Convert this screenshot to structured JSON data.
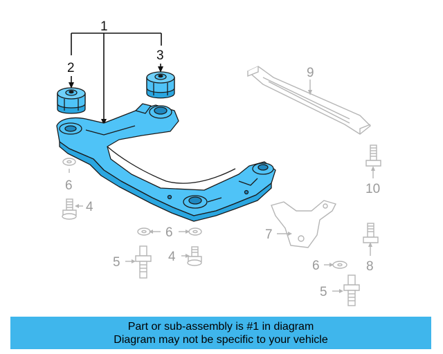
{
  "diagram": {
    "callouts": {
      "c1": "1",
      "c2": "2",
      "c3": "3",
      "c4a": "4",
      "c4b": "4",
      "c5a": "5",
      "c5b": "5",
      "c6a": "6",
      "c6b": "6",
      "c6c": "6",
      "c7": "7",
      "c8": "8",
      "c9": "9",
      "c10": "10"
    },
    "colors": {
      "highlight": "#4fc3f7",
      "highlight_dark": "#2a9fd6",
      "ghost": "#b5b5b5",
      "callout_dark": "#111111",
      "callout_grey": "#9a9a9a"
    }
  },
  "banner": {
    "line1": "Part or sub-assembly is #1 in diagram",
    "line2": "Diagram may not be specific to your vehicle",
    "background": "#3fb6ec"
  }
}
